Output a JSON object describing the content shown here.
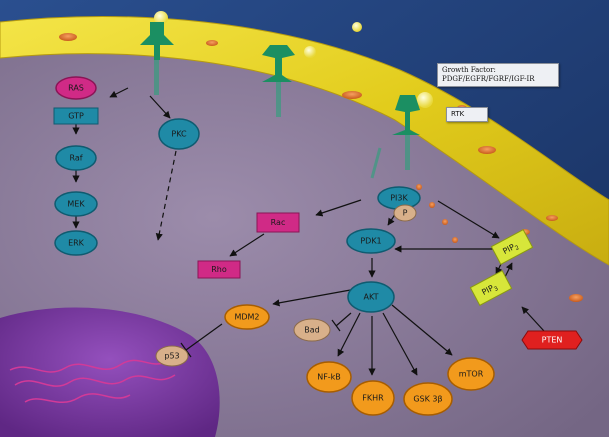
{
  "callouts": {
    "growth_factor_line1": "Growth Factor:",
    "growth_factor_line2": "PDGF/EGFR/FGRF/IGF-IR",
    "rtk": "RTK"
  },
  "nodes": {
    "ras": "RAS",
    "gtp": "GTP",
    "raf": "Raf",
    "mek": "MEK",
    "erk": "ERK",
    "pkc": "PKC",
    "pi3k": "PI3K",
    "p": "P",
    "rac": "Rac",
    "rho": "Rho",
    "pdk1": "PDK1",
    "akt": "AKT",
    "bad": "Bad",
    "mdm2": "MDM2",
    "p53": "p53",
    "nfkb": "NF-kB",
    "fkhr": "FKHR",
    "gsk3b": "GSK 3β",
    "mtor": "mTOR",
    "pten": "PTEN",
    "pip2": "PIP",
    "pip2_sub": "2",
    "pip3": "PIP",
    "pip3_sub": "3"
  },
  "colors": {
    "background": "#1e3c72",
    "cytoplasm": "#8d7b9e",
    "membrane": "#e6d21f",
    "nucleus": "#7b3aa3",
    "blue_node": "#1f8aa6",
    "pink_node": "#d02a86",
    "orange_node": "#f29a1c",
    "tan_node": "#d8b08a",
    "pip_box": "#d7e63a",
    "pten_box": "#e0201f",
    "receptor": "#1b8f62"
  }
}
